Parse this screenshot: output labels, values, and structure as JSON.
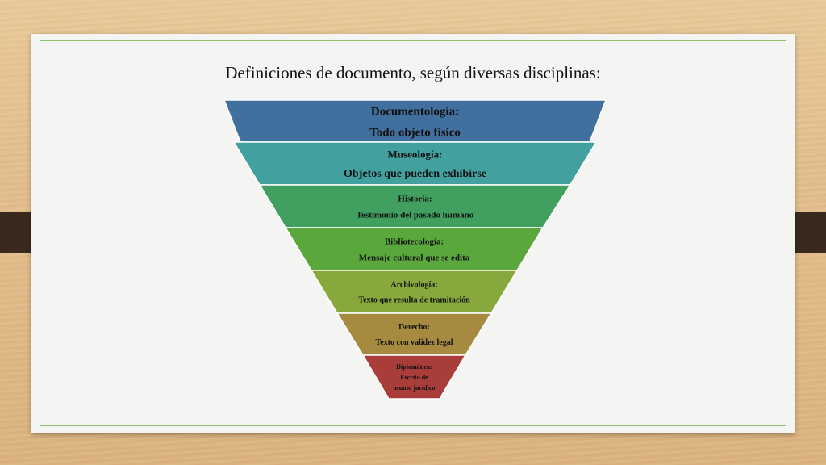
{
  "title": "Definiciones de documento, según diversas disciplinas:",
  "levels": [
    {
      "name": "Documentología:",
      "def": "Todo objeto físico",
      "color": "#416f9e"
    },
    {
      "name": "Museología:",
      "def": "Objetos que pueden exhibirse",
      "color": "#42a09e"
    },
    {
      "name": "Historia:",
      "def": "Testimonio del pasado humano",
      "color": "#41a060"
    },
    {
      "name": "Bibliotecología:",
      "def": "Mensaje cultural que se edita",
      "color": "#5aa83c"
    },
    {
      "name": "Archivología:",
      "def": "Texto que resulta de tramitación",
      "color": "#86a83d"
    },
    {
      "name": "Derecho:",
      "def": "Texto con validez legal",
      "color": "#a58a40"
    },
    {
      "name": "Diplomática:",
      "def": "Escrito de asunto jurídico",
      "def_lines": [
        "Escrito  de",
        "asunto jurídico"
      ],
      "color": "#a83d3a"
    }
  ]
}
